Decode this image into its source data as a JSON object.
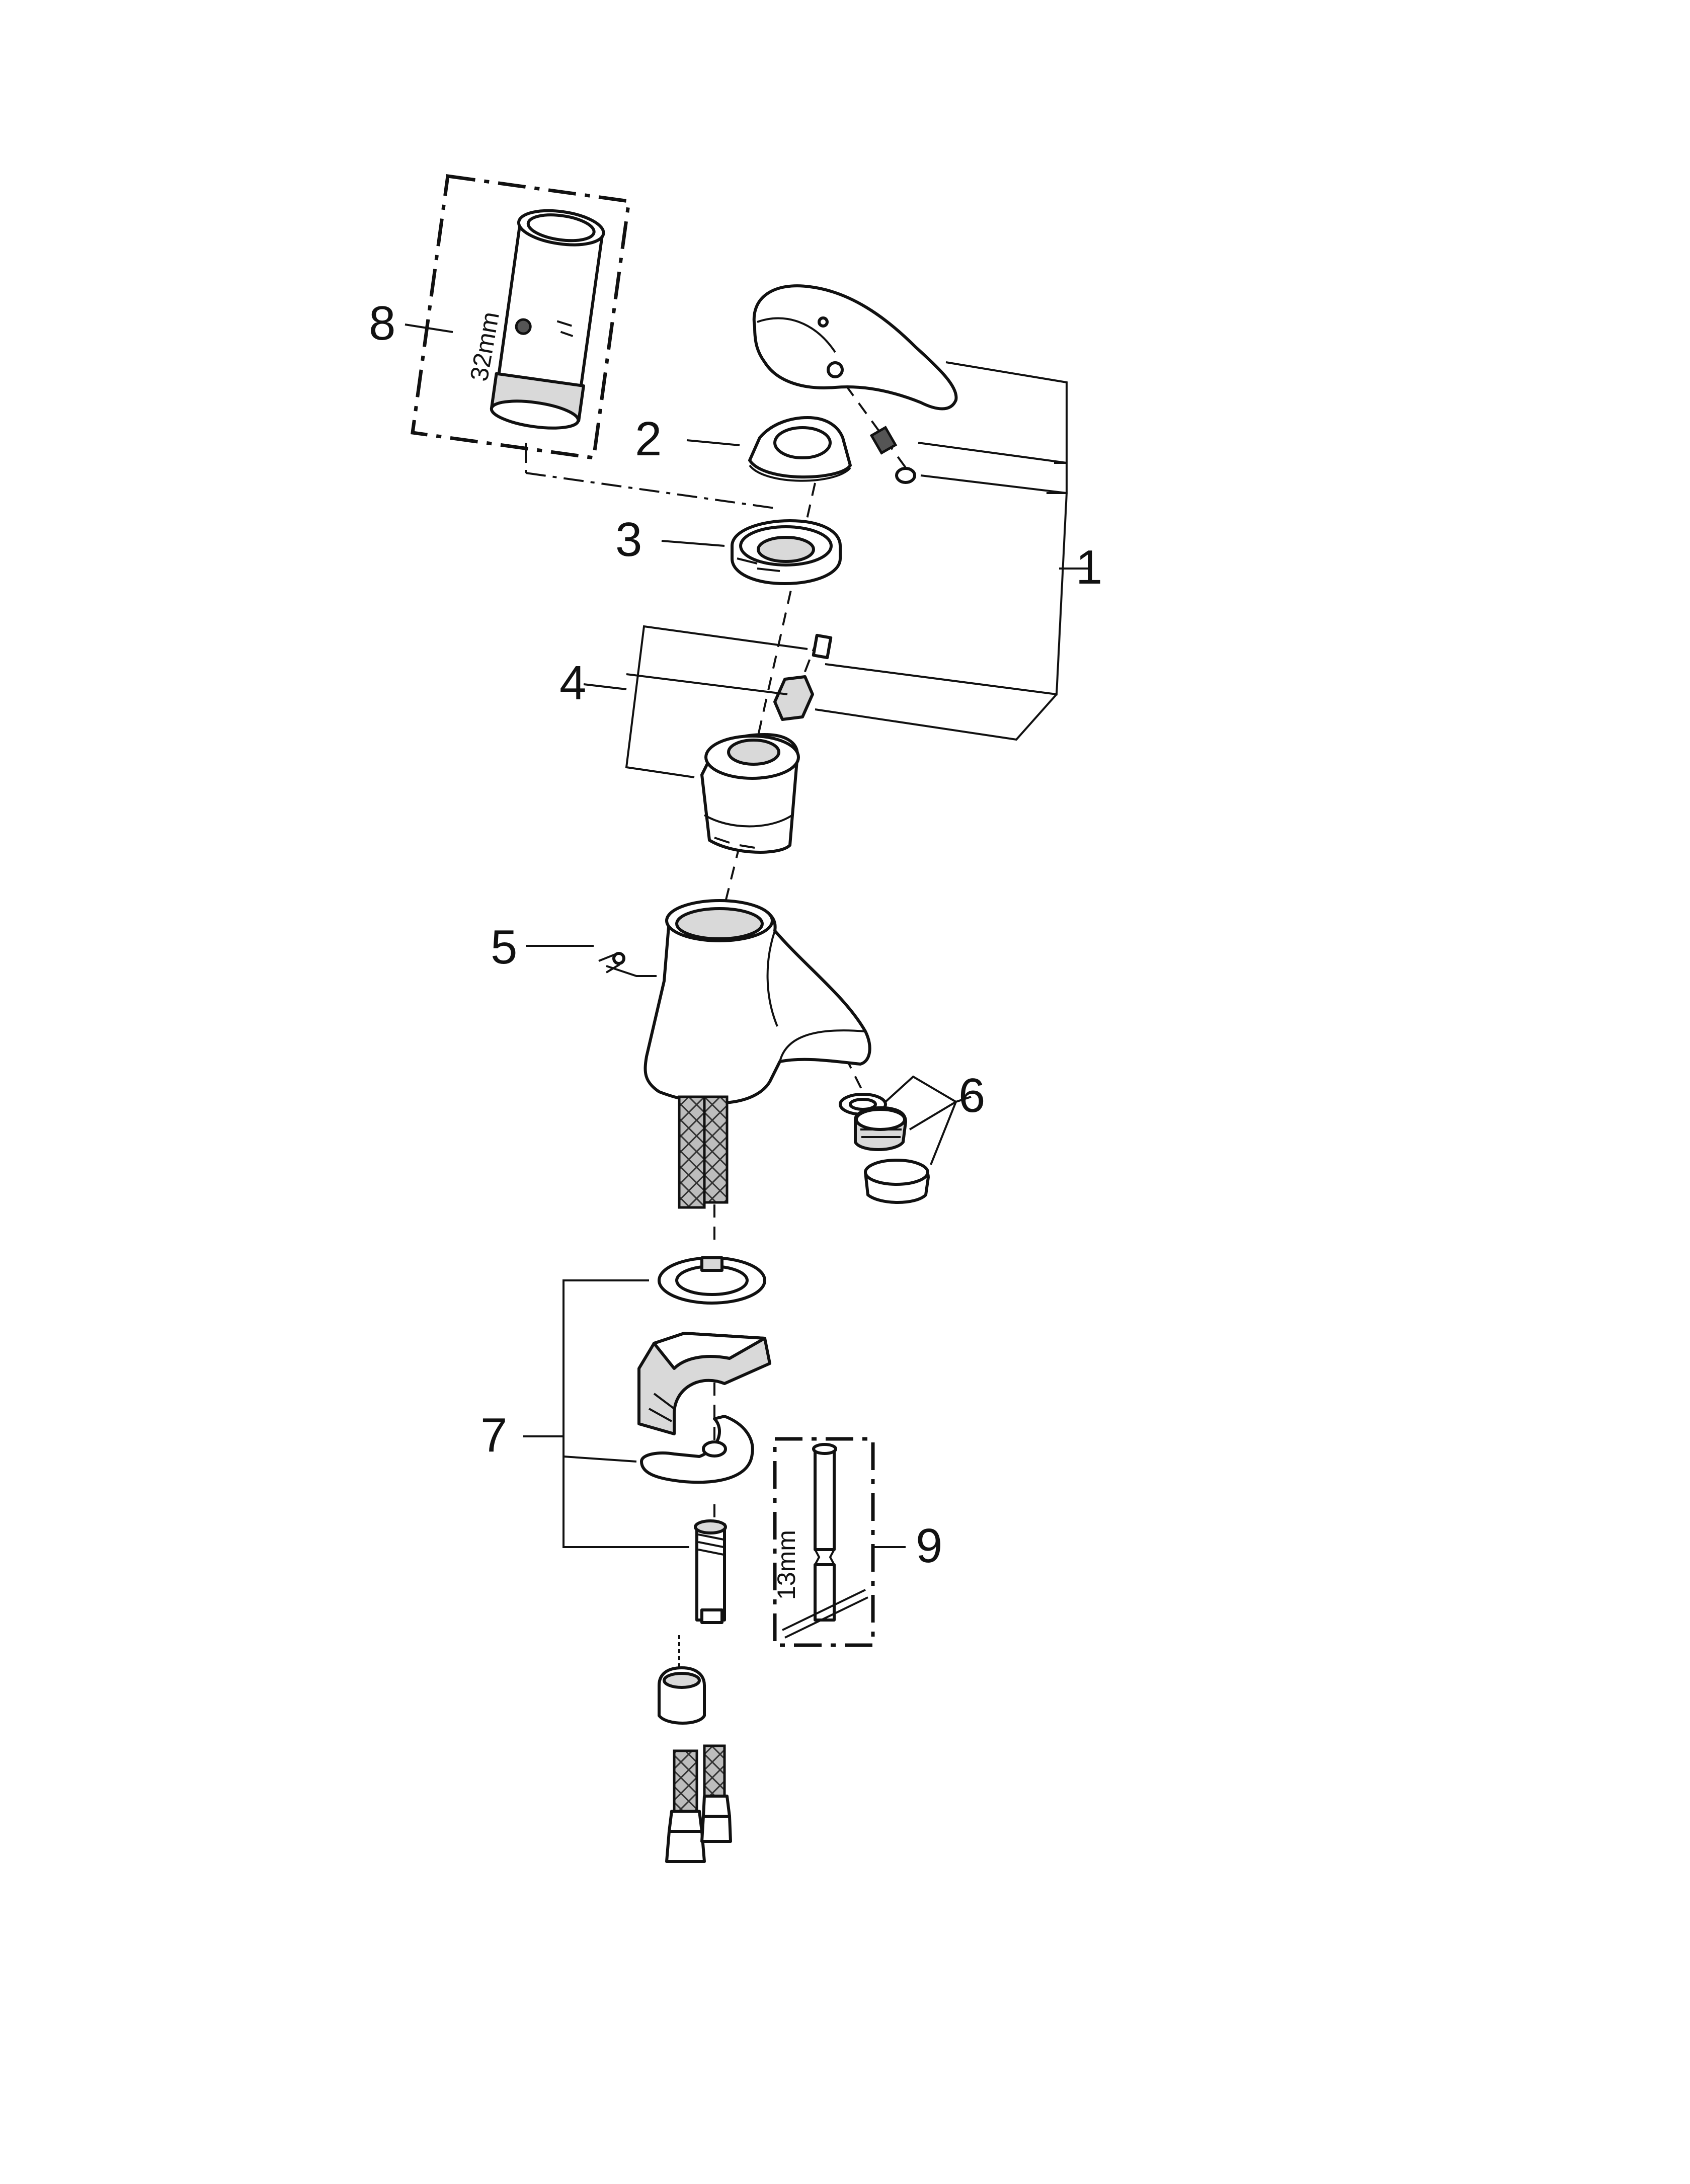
{
  "callouts": [
    {
      "id": "1",
      "label": "1"
    },
    {
      "id": "2",
      "label": "2"
    },
    {
      "id": "3",
      "label": "3"
    },
    {
      "id": "4",
      "label": "4"
    },
    {
      "id": "5",
      "label": "5"
    },
    {
      "id": "6",
      "label": "6"
    },
    {
      "id": "7",
      "label": "7"
    },
    {
      "id": "8",
      "label": "8"
    },
    {
      "id": "9",
      "label": "9"
    }
  ],
  "dimensions": {
    "tool8": "32mm",
    "tool9": "13mm"
  }
}
